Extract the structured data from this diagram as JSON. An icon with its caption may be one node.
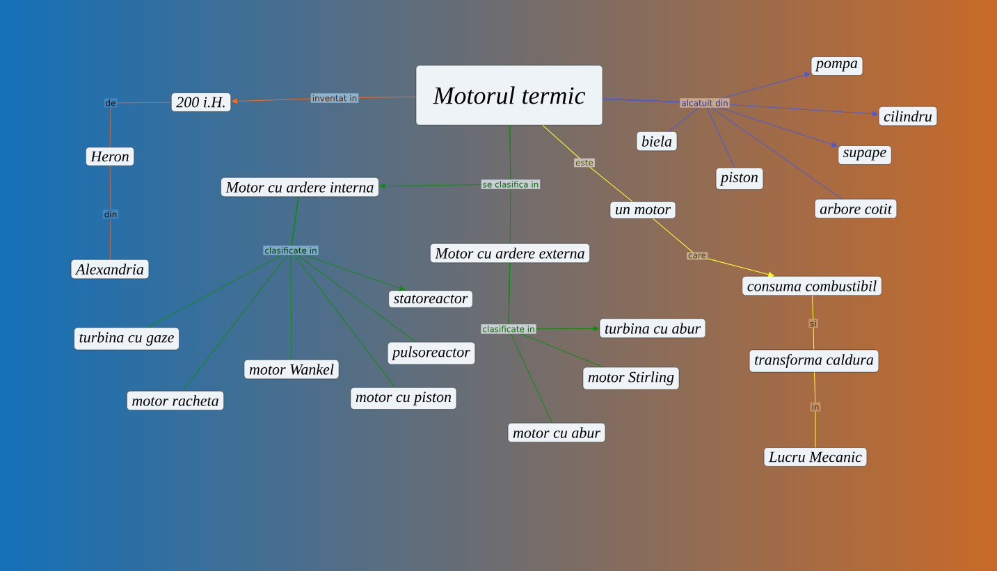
{
  "diagram": {
    "nodes": [
      {
        "text": [
          "Motorul termic"
        ]
      },
      {
        "text": [
          "200 i.H."
        ]
      },
      {
        "text": [
          "Heron"
        ]
      },
      {
        "text": [
          "Alexandria"
        ]
      },
      {
        "text": [
          "Motor cu ardere interna"
        ]
      },
      {
        "text": [
          "Motor cu ardere externa"
        ]
      },
      {
        "text": [
          "un motor"
        ]
      },
      {
        "text": [
          "consuma combustibil"
        ]
      },
      {
        "text": [
          "transforma caldura"
        ]
      },
      {
        "text": [
          "Lucru Mecanic"
        ]
      },
      {
        "text": [
          "pompa"
        ]
      },
      {
        "text": [
          "cilindru"
        ]
      },
      {
        "text": [
          "biela"
        ]
      },
      {
        "text": [
          "supape"
        ]
      },
      {
        "text": [
          "piston"
        ]
      },
      {
        "text": [
          "arbore cotit"
        ]
      },
      {
        "text": [
          "statoreactor"
        ]
      },
      {
        "text": [
          "turbina cu gaze"
        ]
      },
      {
        "text": [
          "pulsoreactor"
        ]
      },
      {
        "text": [
          "motor Wankel"
        ]
      },
      {
        "text": [
          "motor racheta"
        ]
      },
      {
        "text": [
          "motor cu piston"
        ]
      },
      {
        "text": [
          "turbina cu abur"
        ]
      },
      {
        "text": [
          "motor Stirling"
        ]
      },
      {
        "text": [
          "motor cu abur"
        ]
      }
    ],
    "edges": [
      {
        "from": 0,
        "to": 1,
        "arrow": "to",
        "label": "inventat in",
        "color": "#ff6a10"
      },
      {
        "from": 1,
        "to": 2,
        "arrow": "none",
        "label": "de",
        "color": "#d2643a"
      },
      {
        "from": 2,
        "to": 3,
        "arrow": "none",
        "label": "din",
        "color": "#d2643a"
      },
      {
        "from": 0,
        "to": 4,
        "arrow": "to",
        "label": "se clasifica in"
      },
      {
        "from": 0,
        "to": 5,
        "arrow": "none"
      },
      {
        "from": 0,
        "to": 10,
        "arrow": "to",
        "label": "alcatuit din",
        "color": "#4a5ad8"
      },
      {
        "from": 0,
        "to": 11,
        "arrow": "to",
        "color": "#4a5ad8"
      },
      {
        "from": 0,
        "to": 12,
        "arrow": "none",
        "color": "#4a5ad8"
      },
      {
        "from": 0,
        "to": 13,
        "arrow": "to",
        "color": "#4a5ad8"
      },
      {
        "from": 0,
        "to": 14,
        "arrow": "none",
        "color": "#4a5ad8"
      },
      {
        "from": 0,
        "to": 15,
        "arrow": "none",
        "color": "#4a5ad8"
      },
      {
        "from": 0,
        "to": 6,
        "arrow": "none",
        "label": "este",
        "color": "#ffff30"
      },
      {
        "from": 6,
        "to": 7,
        "arrow": "to",
        "label": "care",
        "color": "#ffff30"
      },
      {
        "from": 7,
        "to": 8,
        "arrow": "none",
        "label": "si",
        "color": "#ffff30"
      },
      {
        "from": 8,
        "to": 9,
        "arrow": "none",
        "label": "in",
        "color": "#ffff30"
      },
      {
        "from": 4,
        "to": 16,
        "arrow": "to",
        "label": "clasificate in"
      },
      {
        "from": 4,
        "to": 17,
        "arrow": "none"
      },
      {
        "from": 4,
        "to": 18,
        "arrow": "none"
      },
      {
        "from": 4,
        "to": 19,
        "arrow": "none"
      },
      {
        "from": 4,
        "to": 20,
        "arrow": "none"
      },
      {
        "from": 4,
        "to": 21,
        "arrow": "none"
      },
      {
        "from": 5,
        "to": 22,
        "arrow": "to",
        "label": "clasificate in"
      },
      {
        "from": 5,
        "to": 23,
        "arrow": "none"
      },
      {
        "from": 5,
        "to": 24,
        "arrow": "none"
      }
    ]
  }
}
